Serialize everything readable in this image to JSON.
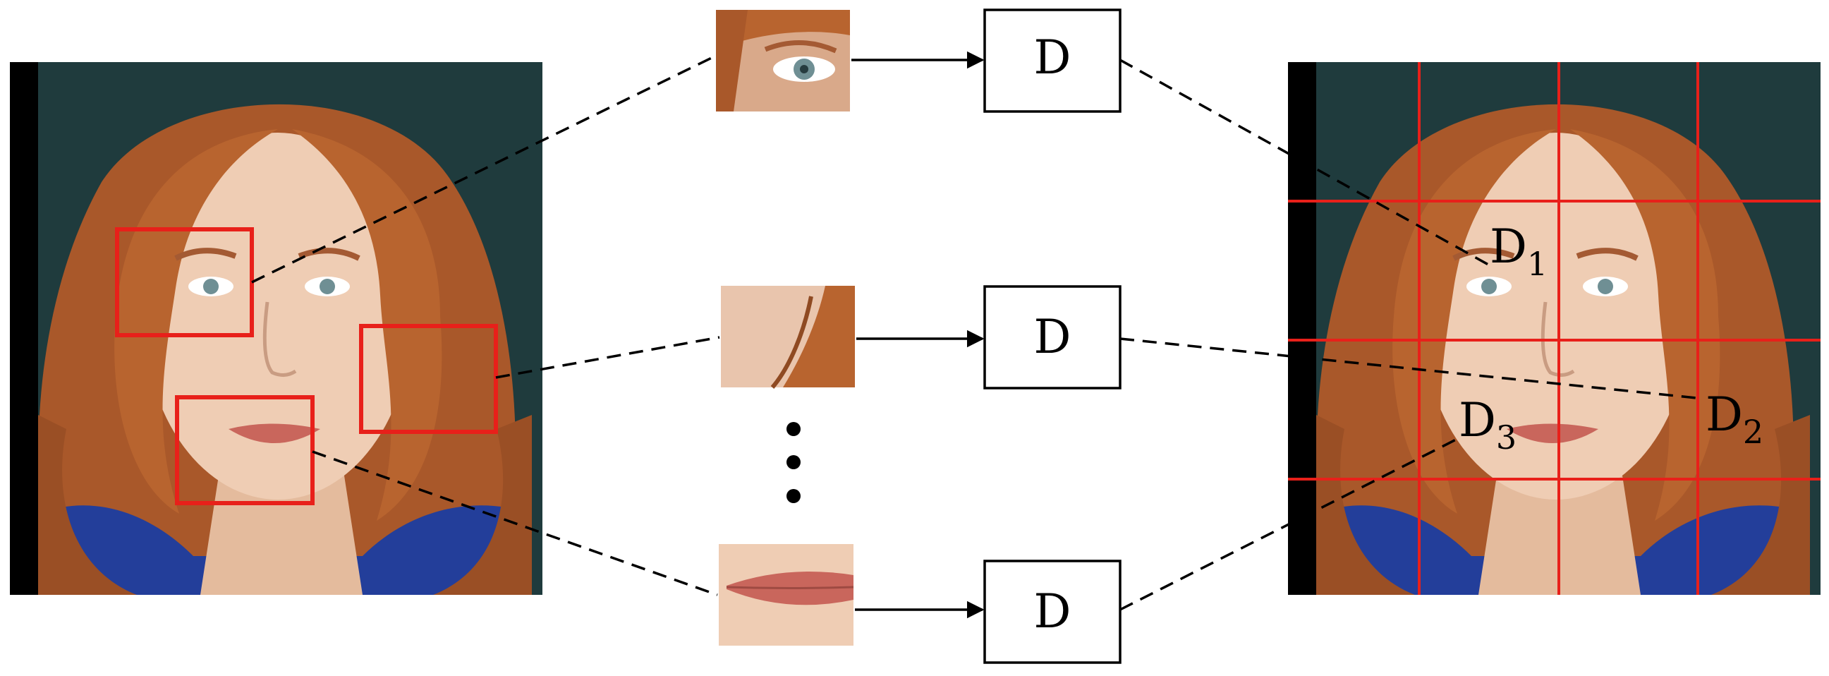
{
  "discriminator": {
    "label": "D"
  },
  "patch_labels": {
    "d1": {
      "base": "D",
      "sub": "1"
    },
    "d2": {
      "base": "D",
      "sub": "2"
    },
    "d3": {
      "base": "D",
      "sub": "3"
    }
  },
  "ellipsis": "⋮",
  "colors": {
    "box_stroke": "#000000",
    "grid_red": "#e8201a",
    "crop_red": "#e8201a",
    "dash": "#000000",
    "hair": "#b8642f",
    "skin": "#efcdb4",
    "background_dark": "#1f3b3d"
  },
  "icons": {
    "face": "portrait-face-illustration",
    "eye_patch": "eye-crop",
    "cheek_patch": "cheek-hair-crop",
    "mouth_patch": "mouth-crop",
    "arrow": "arrow-right"
  }
}
